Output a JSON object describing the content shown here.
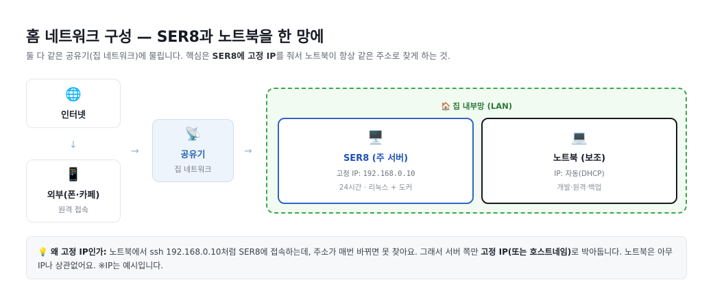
{
  "header": {
    "title": "홈 네트워크 구성 — SER8과 노트북을 한 망에",
    "subtitle_before": "둘 다 같은 공유기(집 네트워크)에 물립니다. 핵심은 ",
    "subtitle_bold": "SER8에 고정 IP",
    "subtitle_after": "를 줘서 노트북이 항상 같은 주소로 찾게 하는 것."
  },
  "nodes": {
    "internet": {
      "icon": "🌐",
      "icon_name": "globe-icon",
      "title": "인터넷"
    },
    "external": {
      "icon": "📱",
      "icon_name": "phone-icon",
      "title": "외부(폰·카페)",
      "subtitle": "원격 접속"
    },
    "router": {
      "icon": "📡",
      "icon_name": "satellite-antenna-icon",
      "title": "공유기",
      "subtitle": "집 네트워크"
    }
  },
  "arrows": {
    "down": "↓",
    "right": "→"
  },
  "lan": {
    "icon": "🏠",
    "icon_name": "house-icon",
    "label": "집 내부망 (LAN)",
    "server": {
      "icon": "🖥️",
      "icon_name": "desktop-computer-icon",
      "title": "SER8 (주 서버)",
      "ip_label": "고정 IP: ",
      "ip_value": "192.168.0.10",
      "desc": "24시간 · 리눅스 + 도커"
    },
    "laptop": {
      "icon": "💻",
      "icon_name": "laptop-icon",
      "title": "노트북 (보조)",
      "ip_label": "IP: ",
      "ip_value": "자동(DHCP)",
      "desc": "개발·원격·백업"
    }
  },
  "note": {
    "icon": "💡",
    "icon_name": "lightbulb-icon",
    "bold1": "왜 고정 IP인가:",
    "text1": " 노트북에서 ssh 192.168.0.10처럼 SER8에 접속하는데, 주소가 매번 바뀌면 못 찾아요. 그래서 서버 쪽만 ",
    "bold2": "고정 IP(또는 호스트네임)",
    "text2": "로 박아둡니다. 노트북은 아무 IP나 상관없어요. ※IP는 예시입니다."
  },
  "colors": {
    "router_accent": "#2c63b5",
    "lan_border": "#3aa64a",
    "lan_label": "#2a7a36",
    "server_border": "#2f64c8",
    "laptop_border": "#15181d"
  }
}
